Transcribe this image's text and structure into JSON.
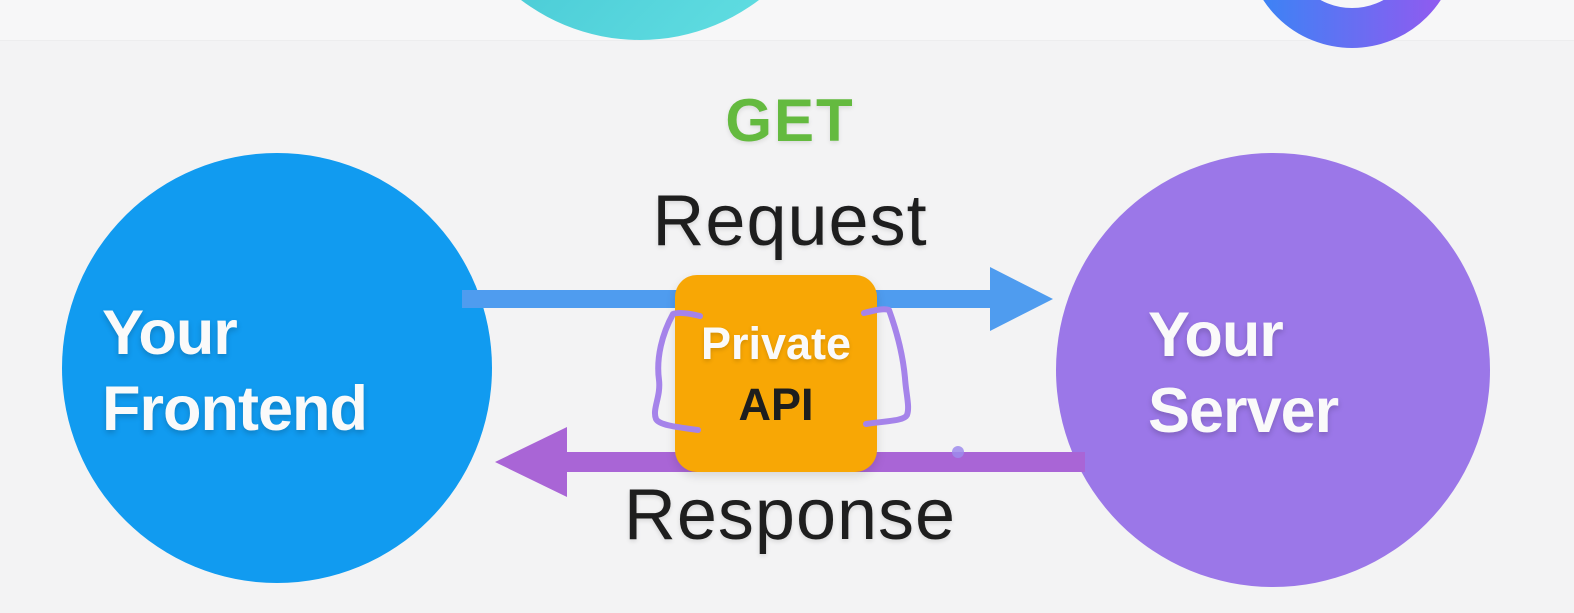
{
  "diagram": {
    "method": "GET",
    "request_label": "Request",
    "response_label": "Response",
    "frontend": {
      "line1": "Your",
      "line2": "Frontend"
    },
    "server": {
      "line1": "Your",
      "line2": "Server"
    },
    "api": {
      "line1": "Private",
      "line2": "API"
    }
  },
  "colors": {
    "background": "#F3F3F4",
    "frontend_circle": "#119BF0",
    "server_circle": "#9B77E8",
    "api_box": "#F8A705",
    "get_green": "#64BA3F",
    "request_arrow": "#4F9CEF",
    "response_arrow": "#A965D6",
    "bracket_purple": "#A583EA",
    "dot_purple": "#9D8BEC",
    "text_dark": "#1E1E1E",
    "text_white": "#FAFAFA",
    "deco_teal_start": "#2FB5C9",
    "deco_teal_end": "#66E2E4",
    "deco_ring_start": "#3E82F5",
    "deco_ring_end": "#8F5BF0"
  }
}
